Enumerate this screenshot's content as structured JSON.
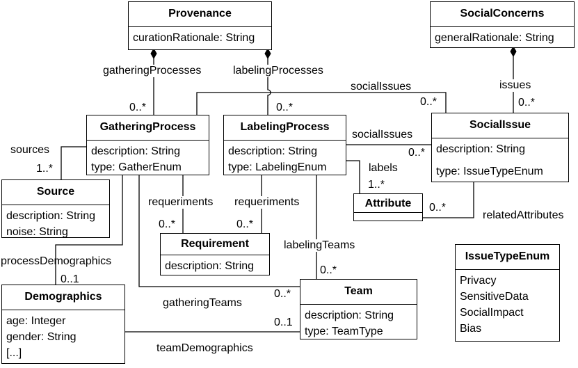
{
  "classes": {
    "provenance": {
      "name": "Provenance",
      "attrs": [
        "curationRationale: String"
      ]
    },
    "social_concerns": {
      "name": "SocialConcerns",
      "attrs": [
        "generalRationale: String"
      ]
    },
    "gathering_process": {
      "name": "GatheringProcess",
      "attrs": [
        "description: String",
        "type: GatherEnum"
      ]
    },
    "labeling_process": {
      "name": "LabelingProcess",
      "attrs": [
        "description: String",
        "type: LabelingEnum"
      ]
    },
    "social_issue": {
      "name": "SocialIssue",
      "attrs": [
        "description: String",
        "type: IssueTypeEnum"
      ]
    },
    "source": {
      "name": "Source",
      "attrs": [
        "description: String",
        "noise: String"
      ]
    },
    "attribute": {
      "name": "Attribute",
      "attrs": []
    },
    "requirement": {
      "name": "Requirement",
      "attrs": [
        "description: String"
      ]
    },
    "demographics": {
      "name": "Demographics",
      "attrs": [
        "age: Integer",
        "gender: String",
        "[...]"
      ]
    },
    "team": {
      "name": "Team",
      "attrs": [
        "description: String",
        "type: TeamType"
      ]
    },
    "issue_type_enum": {
      "name": "IssueTypeEnum",
      "attrs": [
        "Privacy",
        "SensitiveData",
        "SocialImpact",
        "Bias"
      ]
    }
  },
  "associations": {
    "gathering_processes": {
      "role": "gatheringProcesses",
      "mult": "0..*"
    },
    "labeling_processes": {
      "role": "labelingProcesses",
      "mult": "0..*"
    },
    "issues": {
      "role": "issues",
      "mult": "0..*"
    },
    "social_issues_top": {
      "role": "socialIssues",
      "mult": "0..*"
    },
    "social_issues_mid": {
      "role": "socialIssues",
      "mult": "0..*"
    },
    "sources": {
      "role": "sources",
      "mult": "1..*"
    },
    "labels": {
      "role": "labels",
      "mult": "1..*"
    },
    "related_attributes": {
      "role": "relatedAttributes",
      "mult": "0..*"
    },
    "req_gathering": {
      "role": "requeriments",
      "mult": "0..*"
    },
    "req_labeling": {
      "role": "requeriments",
      "mult": "0..*"
    },
    "labeling_teams": {
      "role": "labelingTeams",
      "mult": "0..*"
    },
    "process_demographics": {
      "role": "processDemographics",
      "mult": "0..1"
    },
    "gathering_teams": {
      "role": "gatheringTeams",
      "mult": "0..*"
    },
    "team_demographics": {
      "role": "teamDemographics",
      "mult": "0..1"
    }
  }
}
